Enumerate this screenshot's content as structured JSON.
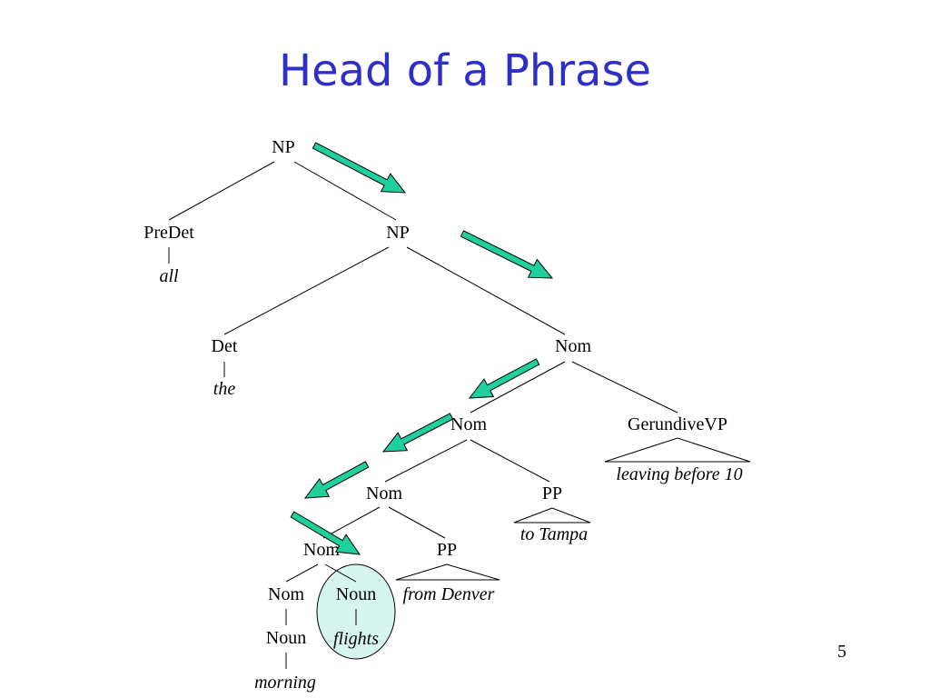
{
  "title": "Head of a Phrase",
  "page_number": "5",
  "colors": {
    "title": "#2f2fc8",
    "arrow_fill": "#1fcf9c",
    "highlight_fill": "#d6f5ee"
  },
  "nodes": {
    "np_root": "NP",
    "predet": "PreDet",
    "np_2": "NP",
    "det": "Det",
    "nom_1": "Nom",
    "nom_2": "Nom",
    "gerundive_vp": "GerundiveVP",
    "nom_3": "Nom",
    "pp_1": "PP",
    "nom_4": "Nom",
    "pp_2": "PP",
    "nom_5": "Nom",
    "noun_head": "Noun",
    "noun_modifier": "Noun"
  },
  "words": {
    "all": "all",
    "the": "the",
    "leaving_before_10": "leaving before 10",
    "to_tampa": "to Tampa",
    "from_denver": "from Denver",
    "flights": "flights",
    "morning": "morning"
  },
  "head_arrow_count": 6,
  "highlighted_head": "flights"
}
